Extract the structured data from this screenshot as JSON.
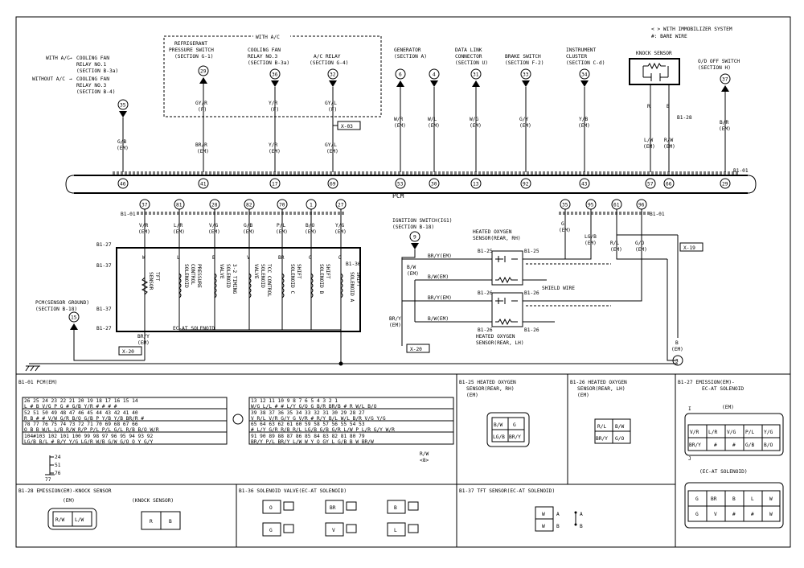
{
  "legend": {
    "immobilizer": "< > WITH IMMOBILIZER SYSTEM",
    "bare_wire": "#: BARE WIRE"
  },
  "top": {
    "with_ac_label": "WITH A/C",
    "with_ac_fan": "WITH A/C",
    "cooling_fan_1": [
      "COOLING FAN",
      "RELAY NO.1",
      "(SECTION B-3a)"
    ],
    "without_ac_fan": "WITHOUT A/C",
    "cooling_fan_3_left": [
      "COOLING FAN",
      "RELAY NO.3",
      "(SECTION B-4)"
    ],
    "ref_pressure": [
      "REFRIGERANT",
      "PRESSURE SWITCH",
      "(SECTION G-1)"
    ],
    "cooling_fan_3": [
      "COOLING FAN",
      "RELAY NO.3",
      "(SECTION B-3a)"
    ],
    "ac_relay": [
      "A/C RELAY",
      "(SECTION G-4)"
    ],
    "generator": [
      "GENERATOR",
      "(SECTION A)"
    ],
    "data_link": [
      "DATA LINK",
      "CONNECTOR",
      "(SECTION U)"
    ],
    "brake_switch": [
      "BRAKE SWITCH",
      "(SECTION F-2)"
    ],
    "instrument": [
      "INSTRUMENT",
      "CLUSTER",
      "(SECTION C-d)"
    ],
    "knock_sensor": "KNOCK SENSOR",
    "od_off": [
      "O/D OFF SWITCH",
      "(SECTION H)"
    ]
  },
  "terminals": {
    "t35": "35",
    "t29": "29",
    "t36": "36",
    "t32": "32",
    "t6": "6",
    "t4": "4",
    "t31": "31",
    "t33": "33",
    "t34": "34",
    "t37": "37",
    "p46": "46",
    "p41": "41",
    "p17": "17",
    "p69": "69",
    "p53": "53",
    "p30": "30",
    "p13": "13",
    "p92": "92",
    "p43": "43",
    "p57": "57",
    "p66": "66",
    "p29": "29",
    "b37": "37",
    "b81": "81",
    "b28": "28",
    "b82": "82",
    "b70": "70",
    "b1": "1",
    "b27": "27",
    "r35": "35",
    "r95": "95",
    "r61": "61",
    "r96": "96",
    "i9": "9",
    "g15": "15",
    "g3": "3"
  },
  "wires": {
    "gb": "G/B",
    "em": "(EM)",
    "br_r": "BR/R",
    "y_r": "Y/R",
    "gy_l": "GY/L",
    "gy_r": "GY/R",
    "f": "(F)",
    "w_r": "W/R",
    "w_l": "W/L",
    "w_g": "W/G",
    "g_y": "G/Y",
    "y_b": "Y/B",
    "l_w": "L/W",
    "r_w": "R/W",
    "b_r": "B/R",
    "r": "R",
    "b": "B",
    "v_r": "V/R",
    "l_r": "L/R",
    "v_g": "V/G",
    "g_b2": "G/B",
    "p_l": "P/L",
    "b_o": "B/O",
    "y_g": "Y/G",
    "g": "G",
    "lg_b": "LG/B",
    "r_l": "R/L",
    "g_o": "G/O",
    "br_y": "BR/Y",
    "b_w": "B/W",
    "br_y_em": "BR/Y(EM)",
    "b_w_em": "B/W(EM)"
  },
  "connectors": {
    "x03": "X-03",
    "x19": "X-19",
    "x20a": "X-20",
    "x20b": "X-20",
    "b101": "B1-01",
    "b101b": "B1-01",
    "b101c": "B1-01",
    "b128": "B1-28",
    "b127": "B1-27",
    "b137": "B1-37",
    "b137b": "B1-37",
    "b127b": "B1-27",
    "b136": "B1-36",
    "b125": "B1-25",
    "b125b": "B1-25",
    "b126": "B1-26",
    "b126b": "B1-26",
    "b126c": "B1-26",
    "b126d": "B1-26"
  },
  "pcm": {
    "label": "PCM",
    "ground": [
      "PCM(SENSOR GROUND)",
      "(SECTION B-18)"
    ]
  },
  "ign": [
    "IGNITION SWITCH(IG1)",
    "(SECTION B-18)"
  ],
  "solenoid": {
    "title": "EC-AT SOLENOID",
    "letters": [
      "W",
      "L",
      "B",
      "V",
      "BR",
      "G",
      "O"
    ],
    "tft": [
      "TFT",
      "SENSOR"
    ],
    "pc": [
      "PRESSURE",
      "CONTROL",
      "SOLENOID"
    ],
    "timing": [
      "3-2 TIMING",
      "SOLENOID",
      "VALVE"
    ],
    "tcc": [
      "TCC CONTROL",
      "SOLENOID",
      "VALVE"
    ],
    "sc": [
      "SHIFT",
      "SOLENOID C"
    ],
    "sb": [
      "SHIFT",
      "SOLENOID B"
    ],
    "sa": [
      "SHIFT",
      "SOLENOID A"
    ]
  },
  "ho2s": {
    "rh": [
      "HEATED OXYGEN",
      "SENSOR(REAR, RH)"
    ],
    "lh": [
      "HEATED OXYGEN",
      "SENSOR(REAR, LH)"
    ],
    "shield": "SHIELD WIRE"
  },
  "bottom": {
    "pcm_conn_title": "B1-01 PCM(EM)",
    "pcm_row1_nums": "26  25  24  23  22  21  20  19  18  17  16  15  14",
    "pcm_row1_vals": "L   #   B  V/G  P   G   #  G/B  Y/R  #   #   #   #",
    "pcm_row2_nums": "52  51  50  49  48  47  46  45  44  43  42  41  40",
    "pcm_row2_vals": "R   B   #   #  V/W G/R B/O G/B  P  Y/B  Y/B BR/R #",
    "pcm_row3_nums": "78  77  76  75  74  73  72  71  70  69  68  67  66",
    "pcm_row3_vals": "O   B   B  W/L L/B R/W R/P P/L  P/L G/L R/B B/O W/R",
    "pcm_row4_nums": "104#103 102 101 100 99  98  97  96  95  94  93  92",
    "pcm_row4_vals": "LG/B B/L  #  B/Y Y/G LG/R W/B G/W G/O  O   Y  G/Y",
    "pcm_row1b_nums": "13  12  11  10   9   8   7   6   5   4   3   2   1",
    "pcm_row1b_vals": "W/G L/L   #   #  L/Y G/O  G  B/R BR/B  #   R  W/L B/O",
    "pcm_row2b_nums": "39  38  37  36  35  34  33  32  31  30  29  28  27",
    "pcm_row2b_vals": " V  R/L V/R G/Y  G  V/R  #  R/Y B/L W/L B/R V/G Y/G",
    "pcm_row3b_nums": "65  64  63  62  61  60  59  58  57  56  55  54  53",
    "pcm_row3b_vals": " #  L/Y G/R R/B R/L LG/B G/B G/R L/W  P  L/R G/Y W/R",
    "pcm_row4b_nums": "91  90  89  88  87  86  85  84  83  82  81  80  79",
    "pcm_row4b_vals": "BR/Y P/L BR/Y L/W W  Y   O  GY  L  G/B  B   W  BR/W",
    "gnd_nums": [
      "24",
      "51",
      "76",
      "77"
    ],
    "rw_label": "R/W",
    "rw_sub": "<8>",
    "b125_title": [
      "B1-25 HEATED OXYGEN",
      "SENSOR(REAR, RH)",
      "(EM)"
    ],
    "b125_pins": [
      "B/W",
      "G",
      "LG/B",
      "BR/Y"
    ],
    "b126_title": [
      "B1-26 HEATED OXYGEN",
      "SENSOR(REAR, LH)",
      "(EM)"
    ],
    "b126_pins": [
      "R/L",
      "B/W",
      "BR/Y",
      "G/O"
    ],
    "b127_title": [
      "B1-27 EMISSION(EM)-",
      "EC-AT SOLENOID"
    ],
    "b127_em": "(EM)",
    "b127_pins": [
      "V/R",
      "L/R",
      "V/G",
      "P/L",
      "Y/G",
      "BR/Y",
      "#",
      "#",
      "G/B",
      "B/O"
    ],
    "b127_sub": "(EC-AT SOLENOID)",
    "b127_sub_pins": [
      "G",
      "BR",
      "B",
      "L",
      "W",
      "G",
      "V",
      "#",
      "#",
      "W"
    ],
    "b127_i": "I",
    "b127_j": "J",
    "b128_title": "B1-28 EMISSION(EM)-KNOCK SENSOR",
    "b128_em": "(EM)",
    "b128_ks": "(KNOCK SENSOR)",
    "b128_pins": [
      "R/W",
      "L/W"
    ],
    "b128_ks_pins": [
      "R",
      "B"
    ],
    "b136_title": "B1-36 SOLENOID VALVE(EC-AT SOLENOID)",
    "b136_pins": [
      "O",
      "BR",
      "B",
      "G",
      "V",
      "L"
    ],
    "b137_title": "B1-37 TFT SENSOR(EC-AT SOLENOID)",
    "b137_pins": [
      "W",
      "W"
    ],
    "b137_ab": [
      "A",
      "B"
    ]
  }
}
